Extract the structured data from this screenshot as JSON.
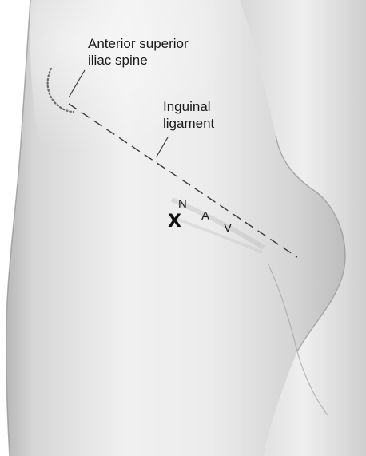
{
  "labels": {
    "asis_line1": "Anterior superior",
    "asis_line2": "iliac spine",
    "ligament_line1": "Inguinal",
    "ligament_line2": "ligament",
    "nerve": "N",
    "artery": "A",
    "vein": "V",
    "puncture_mark": "X"
  },
  "colors": {
    "skin_base": "#dcdcdc",
    "skin_highlight": "#f2f2f2",
    "skin_shadow": "#a9a9a9",
    "line_color": "#3a3a3a"
  }
}
